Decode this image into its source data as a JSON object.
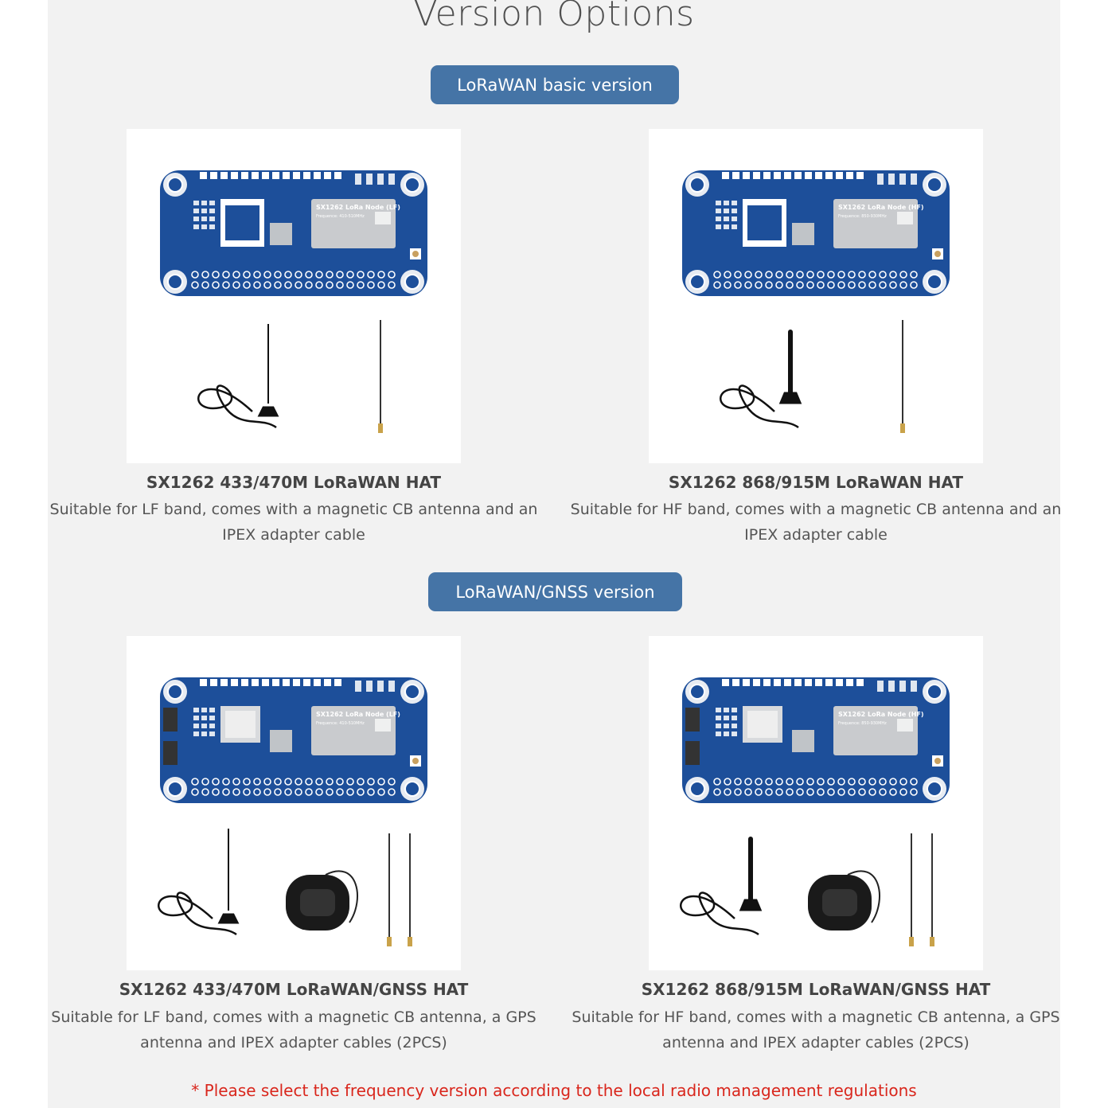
{
  "title": "Version Options",
  "sections": [
    {
      "label": "LoRaWAN basic version",
      "products": [
        {
          "name": "SX1262 433/470M LoRaWAN HAT",
          "desc1": "Suitable for LF band, comes with a magnetic CB antenna and an",
          "desc2": "IPEX adapter cable",
          "module_label": "SX1262 LoRa Node (LF)",
          "module_freq": "Frequence: 410-510MHz",
          "gnss": false,
          "antenna": "spring-whip"
        },
        {
          "name": "SX1262 868/915M LoRaWAN HAT",
          "desc1": "Suitable for HF band, comes with a magnetic CB antenna and an",
          "desc2": "IPEX adapter cable",
          "module_label": "SX1262 LoRa Node (HF)",
          "module_freq": "Frequence: 850-930MHz",
          "gnss": false,
          "antenna": "stubby"
        }
      ]
    },
    {
      "label": "LoRaWAN/GNSS version",
      "products": [
        {
          "name": "SX1262 433/470M LoRaWAN/GNSS HAT",
          "desc1": "Suitable for LF band, comes with a magnetic CB antenna, a GPS",
          "desc2": "antenna and IPEX adapter cables (2PCS)",
          "module_label": "SX1262 LoRa Node (LF)",
          "module_freq": "Frequence: 410-510MHz",
          "gnss": true,
          "antenna": "spring-whip"
        },
        {
          "name": "SX1262 868/915M LoRaWAN/GNSS HAT",
          "desc1": "Suitable for HF band, comes with a magnetic CB antenna, a GPS",
          "desc2": "antenna and IPEX adapter cables (2PCS)",
          "module_label": "SX1262 LoRa Node (HF)",
          "module_freq": "Frequence: 850-930MHz",
          "gnss": true,
          "antenna": "stubby"
        }
      ]
    }
  ],
  "footer": "* Please select the frequency version according to the local radio management regulations",
  "colors": {
    "button": "#4574a6",
    "board": "#1d4f9a",
    "footer": "#d9261c",
    "panel": "#f2f2f2"
  }
}
